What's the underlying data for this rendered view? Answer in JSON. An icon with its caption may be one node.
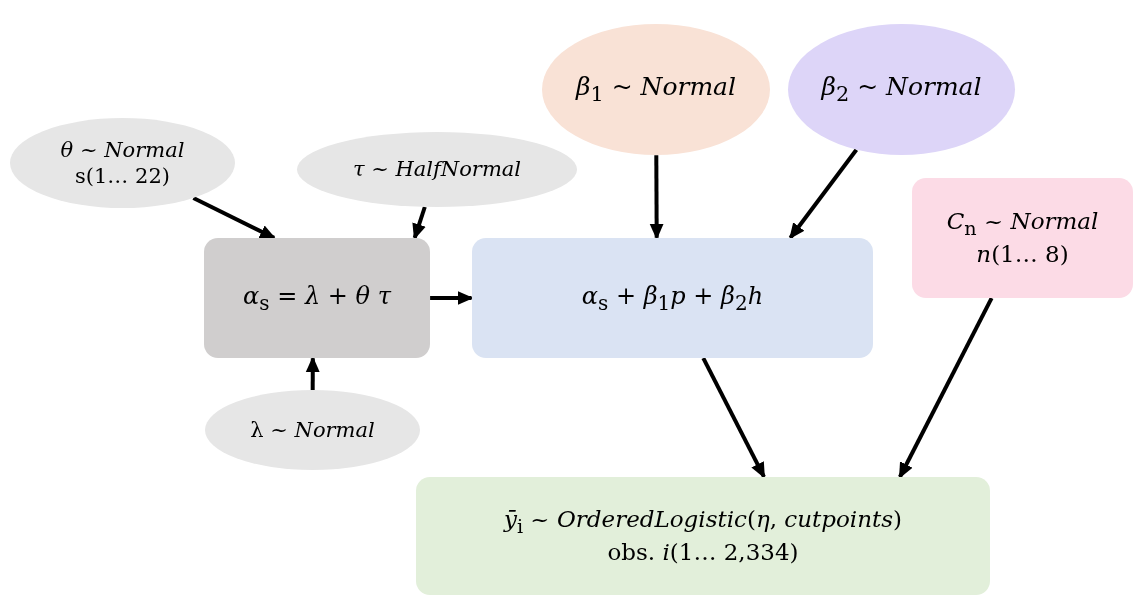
{
  "diagram": {
    "nodes": [
      {
        "text": [
          "*θ* ~ *Normal*",
          "s(1… 22)"
        ]
      },
      {
        "text": [
          "*τ* ~ *HalfNormal*"
        ]
      },
      {
        "text": [
          "*α*$_{s}$ = *λ* + *θ* *τ*"
        ]
      },
      {
        "text": [
          "λ ~ *Normal*"
        ]
      },
      {
        "text": [
          "*β*$_{1}$ ~ *Normal*"
        ]
      },
      {
        "text": [
          "*β*$_{2}$ ~ *Normal*"
        ]
      },
      {
        "text": [
          "*α*$_{s}$ + *β*$_{1}$*p* + *β*$_{2}$*h*"
        ]
      },
      {
        "text": [
          "*C*$_{n}$ ~ *Normal*",
          "*n*(1… 8)"
        ]
      },
      {
        "text": [
          "*ȳ*$_{i}$ ~ *OrderedLogistic*(*η*, *cutpoints*)",
          "obs. *i*(1… 2,334)"
        ]
      }
    ],
    "edges": [
      {
        "from": 0,
        "to": 2,
        "arrow": "to"
      },
      {
        "from": 1,
        "to": 2,
        "arrow": "to"
      },
      {
        "from": 3,
        "to": 2,
        "arrow": "to"
      },
      {
        "from": 2,
        "to": 6,
        "arrow": "to"
      },
      {
        "from": 4,
        "to": 6,
        "arrow": "to"
      },
      {
        "from": 5,
        "to": 6,
        "arrow": "to"
      },
      {
        "from": 6,
        "to": 8,
        "arrow": "to"
      },
      {
        "from": 7,
        "to": 8,
        "arrow": "to"
      }
    ]
  }
}
